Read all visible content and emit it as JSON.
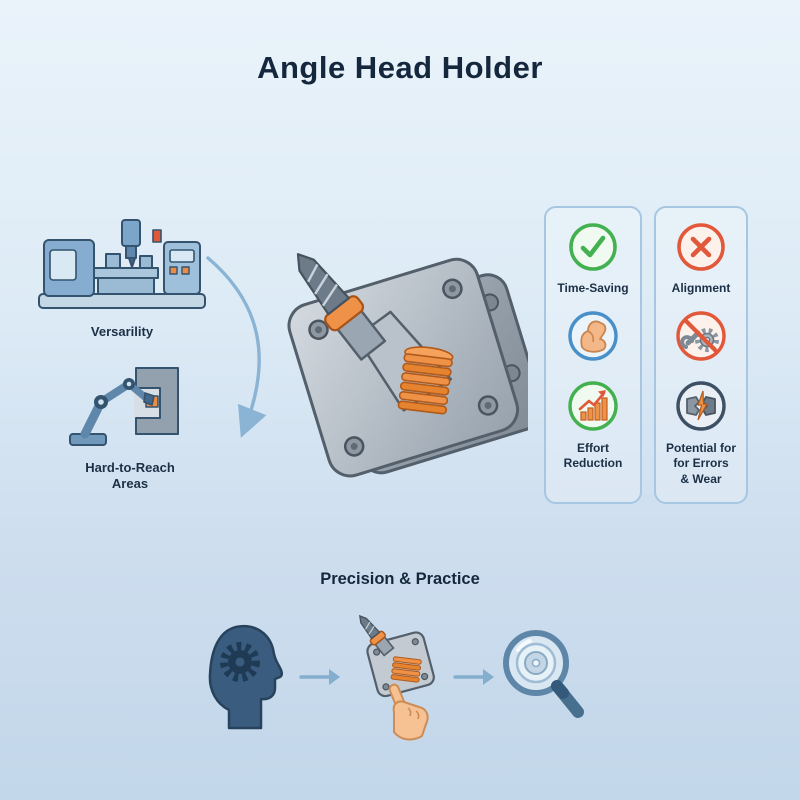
{
  "title": "Angle Head Holder",
  "left_features": {
    "machine_label": "Versarility",
    "robot_label": "Hard-to-Reach\nAreas"
  },
  "benefits_panel": {
    "time_saving": "Time-Saving",
    "effort_reduction": "Effort\nReduction"
  },
  "drawbacks_panel": {
    "alignment": "Alignment",
    "errors_wear": "Potential for\nfor Errors\n& Wear"
  },
  "process": {
    "title": "Precision & Practice"
  },
  "icons": {
    "benefit_1": "check-circle-icon",
    "benefit_2": "bicep-strength-icon",
    "benefit_3": "growth-chart-icon",
    "drawback_1": "x-circle-icon",
    "drawback_2": "no-tools-icon",
    "drawback_3": "broken-part-icon",
    "flow_1": "head-gear-icon",
    "flow_2": "hands-on-adjustment-icon",
    "flow_3": "magnifier-inspection-icon",
    "connector": "curved-arrow-icon"
  },
  "colors": {
    "background_top": "#eaf3fa",
    "background_bottom": "#c2d7ea",
    "accent_orange": "#ef9247",
    "positive_green": "#43b14f",
    "negative_red": "#e2583a",
    "accent_blue": "#4a90c8",
    "text_dark": "#14273d",
    "metal_gray": "#9aa6b1",
    "panel_border": "#a6c6e1"
  }
}
